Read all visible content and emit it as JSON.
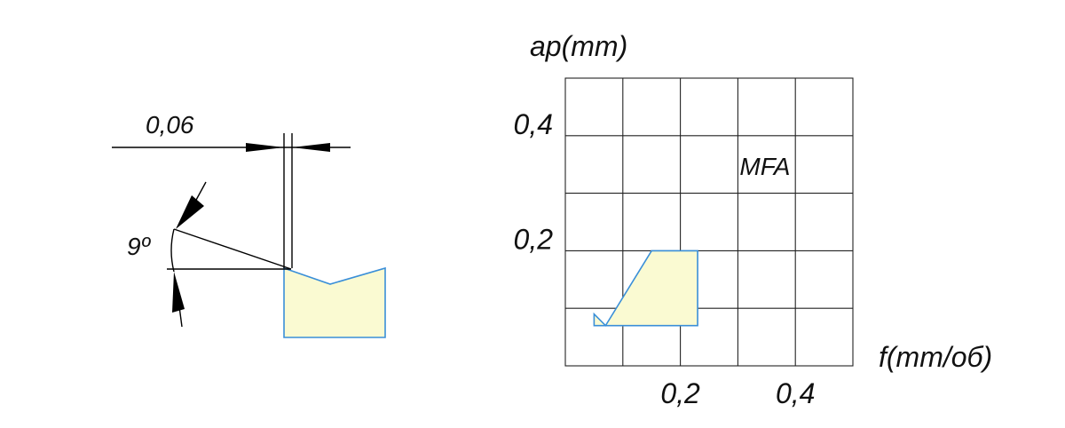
{
  "insert_detail": {
    "width_dim": "0,06",
    "angle_dim": "9º",
    "colors": {
      "fill": "#fafad2",
      "outline": "#3a8fd8"
    }
  },
  "chart_data": {
    "type": "area",
    "title": "",
    "xlabel": "f(mm/об)",
    "ylabel": "ap(mm)",
    "xlim": [
      0,
      0.5
    ],
    "ylim": [
      0,
      0.5
    ],
    "grid": true,
    "x_ticks": [
      {
        "value": 0.2,
        "label": "0,2"
      },
      {
        "value": 0.4,
        "label": "0,4"
      }
    ],
    "y_ticks": [
      {
        "value": 0.2,
        "label": "0,2"
      },
      {
        "value": 0.4,
        "label": "0,4"
      }
    ],
    "region_label": "MFA",
    "region_label_pos": [
      0.3,
      0.35
    ],
    "region": {
      "fill": "#fafad2",
      "outline": "#3a8fd8",
      "points": [
        [
          0.15,
          0.2
        ],
        [
          0.23,
          0.2
        ],
        [
          0.23,
          0.07
        ],
        [
          0.05,
          0.07
        ],
        [
          0.05,
          0.09
        ],
        [
          0.07,
          0.07
        ]
      ]
    }
  }
}
